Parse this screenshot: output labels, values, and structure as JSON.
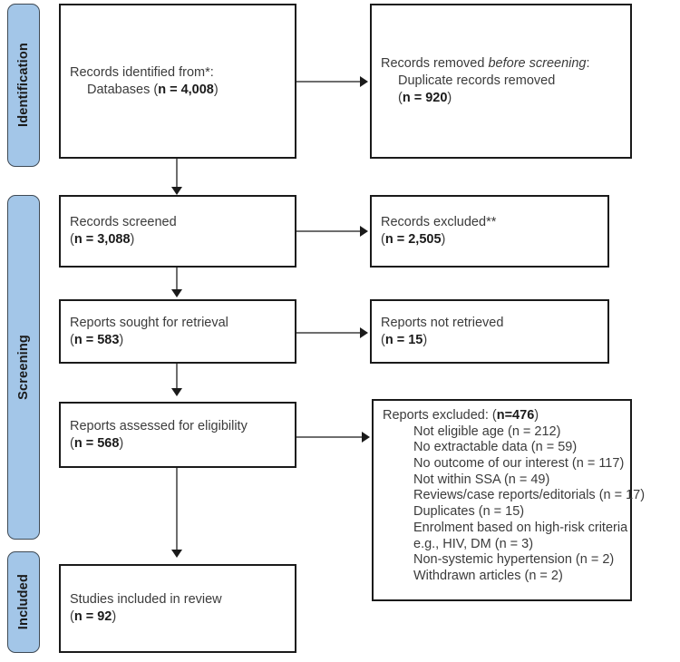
{
  "diagram": {
    "title": "PRISMA 2020 flow diagram",
    "accent_color": "#a3c6e8",
    "border_color": "#1a1a1a",
    "connector_color": "#6e6e6e"
  },
  "phases": [
    {
      "id": "identification",
      "label": "Identification"
    },
    {
      "id": "screening",
      "label": "Screening"
    },
    {
      "id": "included",
      "label": "Included"
    }
  ],
  "boxes": {
    "records_identified": {
      "line1": "Records identified from*:",
      "line2_prefix": "Databases (",
      "line2_bold": "n = 4,008",
      "line2_suffix": ")"
    },
    "records_removed": {
      "line1_prefix": "Records removed ",
      "line1_italic": "before screening",
      "line1_suffix": ":",
      "line2": "Duplicate records removed",
      "line3_prefix": "(",
      "line3_bold": "n = 920",
      "line3_suffix": ")"
    },
    "records_screened": {
      "line1": "Records screened",
      "line2_prefix": "(",
      "line2_bold": "n = 3,088",
      "line2_suffix": ")"
    },
    "records_excluded": {
      "line1": "Records excluded**",
      "line2_prefix": "(",
      "line2_bold": "n = 2,505",
      "line2_suffix": ")"
    },
    "reports_sought": {
      "line1": "Reports sought for retrieval",
      "line2_prefix": "(",
      "line2_bold": "n = 583",
      "line2_suffix": ")"
    },
    "reports_not_retrieved": {
      "line1": "Reports not retrieved",
      "line2_prefix": "(",
      "line2_bold": "n = 15",
      "line2_suffix": ")"
    },
    "reports_assessed": {
      "line1": "Reports assessed for eligibility",
      "line2_prefix": "(",
      "line2_bold": "n = 568",
      "line2_suffix": ")"
    },
    "reports_excluded": {
      "heading_prefix": "Reports excluded: (",
      "heading_bold": "n=476",
      "heading_suffix": ")",
      "reasons": [
        {
          "label": "Not eligible age",
          "count": "(n = 212)"
        },
        {
          "label": "No extractable data",
          "count": "(n = 59)"
        },
        {
          "label": "No outcome of our interest",
          "count": "(n = 117)"
        },
        {
          "label": "Not within SSA",
          "count": "(n = 49)"
        },
        {
          "label": "Reviews/case reports/editorials",
          "count": "(n = 17)"
        },
        {
          "label": "Duplicates",
          "count": "(n = 15)"
        },
        {
          "label": "Enrolment based on high-risk criteria",
          "count": ""
        },
        {
          "label": "e.g., HIV, DM",
          "count": "(n = 3)"
        },
        {
          "label": "Non-systemic hypertension",
          "count": "(n = 2)"
        },
        {
          "label": "Withdrawn articles",
          "count": "(n = 2)"
        }
      ]
    },
    "studies_included": {
      "line1": "Studies included in review",
      "line2_prefix": "(",
      "line2_bold": "n = 92",
      "line2_suffix": ")"
    }
  }
}
